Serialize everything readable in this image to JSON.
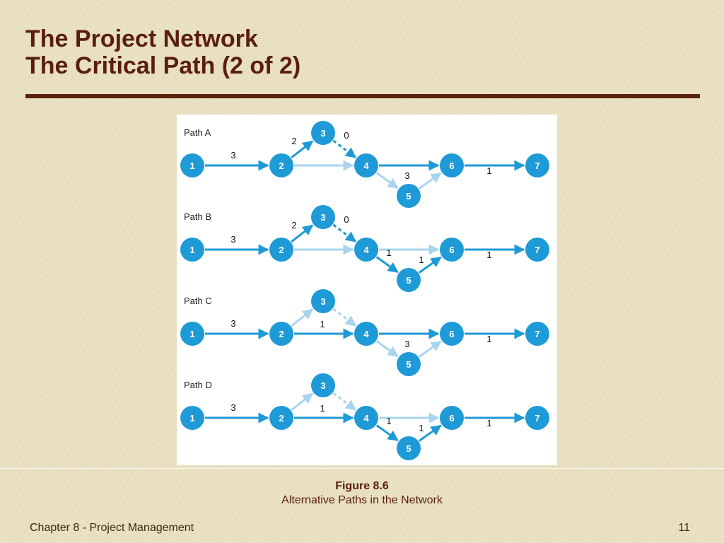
{
  "slide": {
    "title_line1": "The Project Network",
    "title_line2": "The Critical Path (2 of 2)"
  },
  "diagram": {
    "paths": [
      {
        "label": "Path A",
        "nodes": [
          "1",
          "2",
          "3",
          "4",
          "5",
          "6",
          "7"
        ],
        "edges": [
          {
            "from": "1",
            "to": "2",
            "label": "3",
            "style": "solid"
          },
          {
            "from": "2",
            "to": "3",
            "label": "2",
            "style": "solid"
          },
          {
            "from": "3",
            "to": "4",
            "label": "0",
            "style": "dashed"
          },
          {
            "from": "2",
            "to": "4",
            "label": "",
            "style": "light"
          },
          {
            "from": "4",
            "to": "6",
            "label": "",
            "style": "solid"
          },
          {
            "from": "4",
            "to": "5",
            "label": "3",
            "style": "light"
          },
          {
            "from": "5",
            "to": "6",
            "label": "",
            "style": "light"
          },
          {
            "from": "6",
            "to": "7",
            "label": "1",
            "style": "solid"
          }
        ]
      },
      {
        "label": "Path B",
        "nodes": [
          "1",
          "2",
          "3",
          "4",
          "5",
          "6",
          "7"
        ],
        "edges": [
          {
            "from": "1",
            "to": "2",
            "label": "3",
            "style": "solid"
          },
          {
            "from": "2",
            "to": "3",
            "label": "2",
            "style": "solid"
          },
          {
            "from": "3",
            "to": "4",
            "label": "0",
            "style": "dashed"
          },
          {
            "from": "2",
            "to": "4",
            "label": "",
            "style": "light"
          },
          {
            "from": "4",
            "to": "6",
            "label": "",
            "style": "light"
          },
          {
            "from": "4",
            "to": "5",
            "label": "1",
            "style": "solid"
          },
          {
            "from": "5",
            "to": "6",
            "label": "1",
            "style": "solid"
          },
          {
            "from": "6",
            "to": "7",
            "label": "1",
            "style": "solid"
          }
        ]
      },
      {
        "label": "Path C",
        "nodes": [
          "1",
          "2",
          "3",
          "4",
          "5",
          "6",
          "7"
        ],
        "edges": [
          {
            "from": "1",
            "to": "2",
            "label": "3",
            "style": "solid"
          },
          {
            "from": "2",
            "to": "3",
            "label": "",
            "style": "light"
          },
          {
            "from": "3",
            "to": "4",
            "label": "",
            "style": "lightdashed"
          },
          {
            "from": "2",
            "to": "4",
            "label": "1",
            "style": "solid"
          },
          {
            "from": "4",
            "to": "6",
            "label": "",
            "style": "solid"
          },
          {
            "from": "4",
            "to": "5",
            "label": "3",
            "style": "light"
          },
          {
            "from": "5",
            "to": "6",
            "label": "",
            "style": "light"
          },
          {
            "from": "6",
            "to": "7",
            "label": "1",
            "style": "solid"
          }
        ]
      },
      {
        "label": "Path D",
        "nodes": [
          "1",
          "2",
          "3",
          "4",
          "5",
          "6",
          "7"
        ],
        "edges": [
          {
            "from": "1",
            "to": "2",
            "label": "3",
            "style": "solid"
          },
          {
            "from": "2",
            "to": "3",
            "label": "",
            "style": "light"
          },
          {
            "from": "3",
            "to": "4",
            "label": "",
            "style": "lightdashed"
          },
          {
            "from": "2",
            "to": "4",
            "label": "1",
            "style": "solid"
          },
          {
            "from": "4",
            "to": "6",
            "label": "",
            "style": "light"
          },
          {
            "from": "4",
            "to": "5",
            "label": "1",
            "style": "solid"
          },
          {
            "from": "5",
            "to": "6",
            "label": "1",
            "style": "solid"
          },
          {
            "from": "6",
            "to": "7",
            "label": "1",
            "style": "solid"
          }
        ]
      }
    ],
    "colors": {
      "node": "#1e9ad6",
      "edge_solid": "#1e9ad6",
      "edge_light": "#a9d4ef",
      "node_text": "#ffffff"
    }
  },
  "caption": {
    "figure_label": "Figure 8.6",
    "figure_desc": "Alternative Paths in the Network"
  },
  "footer": {
    "chapter": "Chapter 8 - Project Management",
    "page": "11"
  },
  "theme": {
    "title_color": "#5a1e0c",
    "rule_color": "#5a2208",
    "background": "#e8e0c0"
  }
}
